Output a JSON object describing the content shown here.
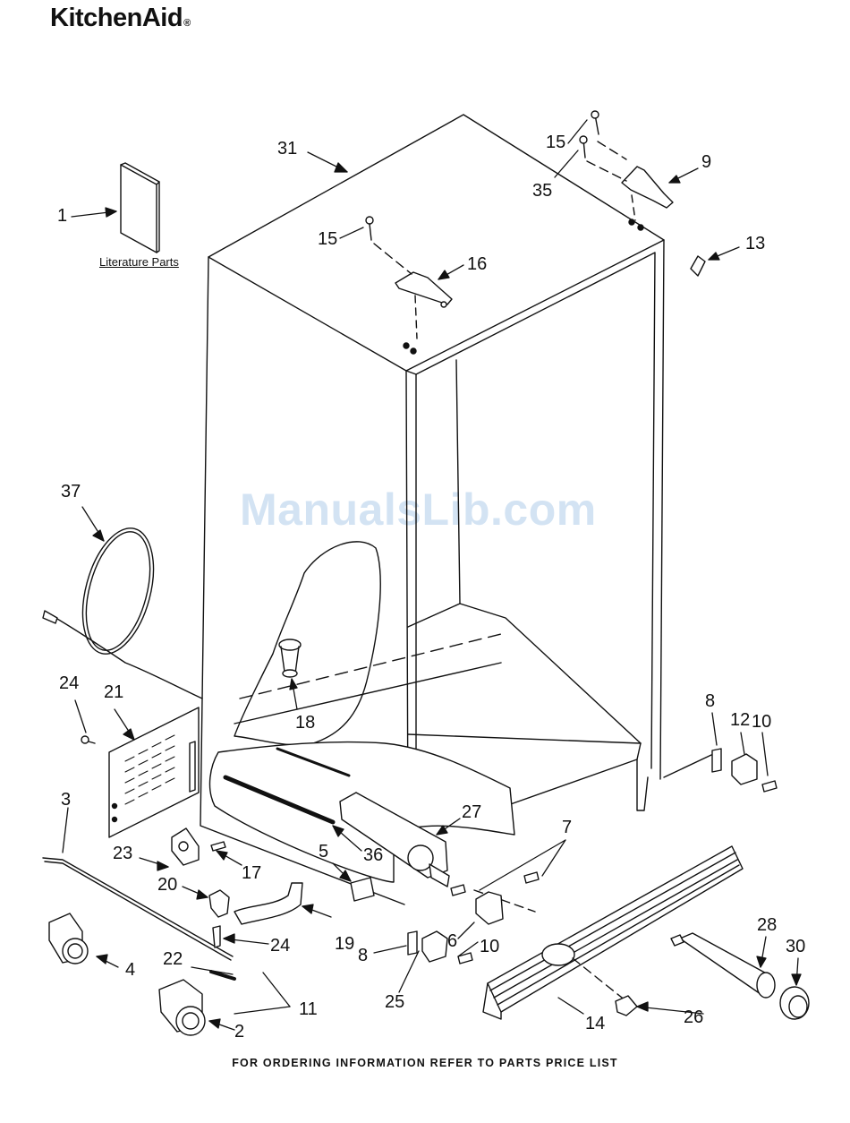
{
  "brand": {
    "name": "KitchenAid",
    "mark": "®"
  },
  "watermark": "ManualsLib.com",
  "literature_label": "Literature Parts",
  "footer": "FOR ORDERING INFORMATION REFER TO PARTS PRICE LIST",
  "callouts": [
    {
      "id": "c31",
      "label": "31"
    },
    {
      "id": "c1",
      "label": "1"
    },
    {
      "id": "c15a",
      "label": "15"
    },
    {
      "id": "c35",
      "label": "35"
    },
    {
      "id": "c9",
      "label": "9"
    },
    {
      "id": "c15b",
      "label": "15"
    },
    {
      "id": "c16",
      "label": "16"
    },
    {
      "id": "c13",
      "label": "13"
    },
    {
      "id": "c37",
      "label": "37"
    },
    {
      "id": "c18",
      "label": "18"
    },
    {
      "id": "c24a",
      "label": "24"
    },
    {
      "id": "c21",
      "label": "21"
    },
    {
      "id": "c8a",
      "label": "8"
    },
    {
      "id": "c12",
      "label": "12"
    },
    {
      "id": "c10a",
      "label": "10"
    },
    {
      "id": "c3",
      "label": "3"
    },
    {
      "id": "c27",
      "label": "27"
    },
    {
      "id": "c7",
      "label": "7"
    },
    {
      "id": "c23",
      "label": "23"
    },
    {
      "id": "c36",
      "label": "36"
    },
    {
      "id": "c5",
      "label": "5"
    },
    {
      "id": "c17",
      "label": "17"
    },
    {
      "id": "c20",
      "label": "20"
    },
    {
      "id": "c24b",
      "label": "24"
    },
    {
      "id": "c19",
      "label": "19"
    },
    {
      "id": "c8b",
      "label": "8"
    },
    {
      "id": "c6",
      "label": "6"
    },
    {
      "id": "c10b",
      "label": "10"
    },
    {
      "id": "c28",
      "label": "28"
    },
    {
      "id": "c30",
      "label": "30"
    },
    {
      "id": "c4",
      "label": "4"
    },
    {
      "id": "c22",
      "label": "22"
    },
    {
      "id": "c11",
      "label": "11"
    },
    {
      "id": "c25",
      "label": "25"
    },
    {
      "id": "c14",
      "label": "14"
    },
    {
      "id": "c26",
      "label": "26"
    },
    {
      "id": "c2",
      "label": "2"
    }
  ]
}
